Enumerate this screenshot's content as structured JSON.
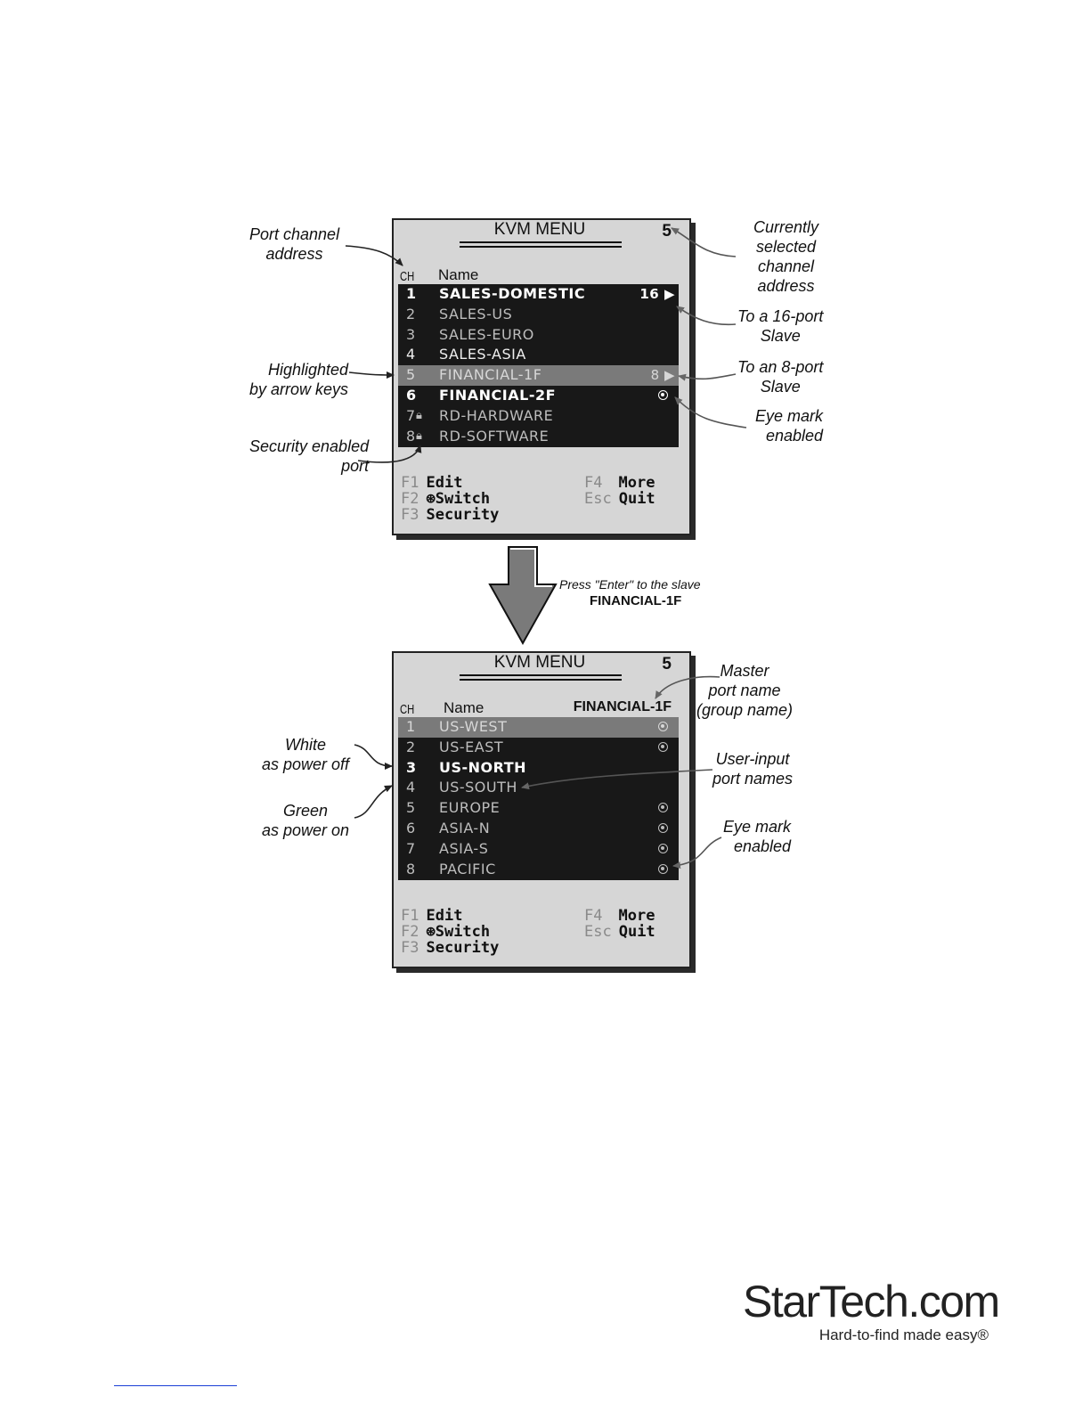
{
  "panel1": {
    "title": "KVM MENU",
    "selected": "5",
    "header": {
      "ch": "CH",
      "name": "Name"
    },
    "rows": [
      {
        "num": "1",
        "name": "SALES-DOMESTIC",
        "right": "16 ▶"
      },
      {
        "num": "2",
        "name": "SALES-US",
        "right": ""
      },
      {
        "num": "3",
        "name": "SALES-EURO",
        "right": ""
      },
      {
        "num": "4",
        "name": "SALES-ASIA",
        "right": ""
      },
      {
        "num": "5",
        "name": "FINANCIAL-1F",
        "right": "8 ▶"
      },
      {
        "num": "6",
        "name": "FINANCIAL-2F",
        "right": ""
      },
      {
        "num": "7",
        "name": "RD-HARDWARE",
        "right": ""
      },
      {
        "num": "8",
        "name": "RD-SOFTWARE",
        "right": ""
      }
    ],
    "fkeys": {
      "f1": "F1",
      "f1_label": "Edit",
      "f2": "F2",
      "f2_label": "⊛Switch",
      "f3": "F3",
      "f3_label": "Security",
      "f4": "F4",
      "f4_label": "More",
      "esc": "Esc",
      "esc_label": "Quit"
    }
  },
  "panel2": {
    "title": "KVM MENU",
    "selected": "5",
    "header": {
      "ch": "CH",
      "name": "Name",
      "group": "FINANCIAL-1F"
    },
    "rows": [
      {
        "num": "1",
        "name": "US-WEST"
      },
      {
        "num": "2",
        "name": "US-EAST"
      },
      {
        "num": "3",
        "name": "US-NORTH"
      },
      {
        "num": "4",
        "name": "US-SOUTH"
      },
      {
        "num": "5",
        "name": "EUROPE"
      },
      {
        "num": "6",
        "name": "ASIA-N"
      },
      {
        "num": "7",
        "name": "ASIA-S"
      },
      {
        "num": "8",
        "name": "PACIFIC"
      }
    ],
    "fkeys": {
      "f1": "F1",
      "f1_label": "Edit",
      "f2": "F2",
      "f2_label": "⊛Switch",
      "f3": "F3",
      "f3_label": "Security",
      "f4": "F4",
      "f4_label": "More",
      "esc": "Esc",
      "esc_label": "Quit"
    }
  },
  "annotations": {
    "port_channel_address": "Port channel\naddress",
    "highlighted": "Highlighted\nby arrow keys",
    "security_enabled": "Security enabled\nport",
    "currently_selected": "Currently\nselected\nchannel\naddress",
    "to_16_port": "To a 16-port\nSlave",
    "to_8_port": "To an 8-port\nSlave",
    "eye_mark_1": "Eye mark\nenabled",
    "master_port": "Master\nport name\n(group name)",
    "white_power_off": "White\nas power off",
    "green_power_on": "Green\nas power on",
    "user_input": "User-input\nport names",
    "eye_mark_2": "Eye mark\nenabled"
  },
  "transition": {
    "instruction": "Press \"Enter\" to the slave",
    "target": "FINANCIAL-1F"
  },
  "logo": {
    "wordmark": "StarTech.com",
    "tagline": "Hard-to-find made easy®"
  }
}
